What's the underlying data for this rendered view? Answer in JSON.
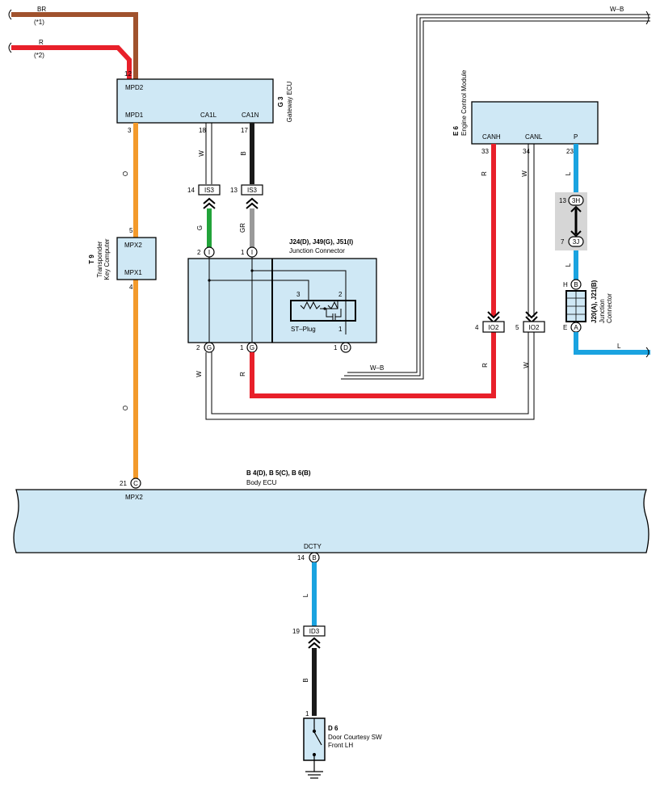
{
  "top_wires": {
    "br": {
      "color": "BR",
      "note": "(*1)",
      "pin": "12"
    },
    "r": {
      "color": "R",
      "note": "(*2)"
    },
    "wb_top": "W–B"
  },
  "gateway_ecu": {
    "code": "G 3",
    "name": "Gateway ECU",
    "pins": {
      "mpd2": "MPD2",
      "mpd1": "MPD1",
      "ca1l": "CA1L",
      "ca1n": "CA1N"
    },
    "pin_nums": {
      "mpd1": "3",
      "ca1l": "18",
      "ca1n": "17"
    }
  },
  "engine_ecm": {
    "code": "E 6",
    "name": "Engine Control Module",
    "pins": {
      "canh": "CANH",
      "canl": "CANL",
      "p": "P"
    },
    "pin_nums": {
      "canh": "33",
      "canl": "34",
      "p": "23"
    }
  },
  "transponder": {
    "code": "T 9",
    "name1": "Transponder",
    "name2": "Key Computer",
    "pins": {
      "mpx2": "MPX2",
      "mpx1": "MPX1"
    },
    "pin_nums": {
      "mpx2": "5",
      "mpx1": "4"
    }
  },
  "junction_connector": {
    "title": "J24(D), J49(G), J51(I)",
    "name": "Junction Connector",
    "stplug": "ST–Plug",
    "top_pins": {
      "a": "2",
      "b": "1"
    },
    "top_letters": {
      "a": "I",
      "b": "I"
    },
    "bottom_pins": {
      "a": "2",
      "b": "1",
      "c": "1"
    },
    "bottom_letters": {
      "a": "G",
      "b": "G",
      "c": "D"
    },
    "plug_pins": {
      "p3": "3",
      "p2": "2",
      "p1": "1"
    }
  },
  "connectors": {
    "is3_left": {
      "pin": "14",
      "label": "IS3"
    },
    "is3_right": {
      "pin": "13",
      "label": "IS3"
    },
    "io2_left": {
      "pin": "4",
      "label": "IO2"
    },
    "io2_right": {
      "pin": "5",
      "label": "IO2"
    },
    "id3": {
      "pin": "19",
      "label": "ID3"
    }
  },
  "wire_colors": {
    "w1": "W",
    "b1": "B",
    "g1": "G",
    "gr1": "GR",
    "o1": "O",
    "o2": "O",
    "w2": "W",
    "r2": "R",
    "r_ecm": "R",
    "w_ecm": "W",
    "r_io": "R",
    "w_io": "W",
    "l_ecm": "L",
    "l_3j": "L",
    "l_right": "L",
    "wb_bottom": "W–B",
    "l_body": "L",
    "b_body": "B"
  },
  "junction_3h3j": {
    "top": {
      "pin": "13",
      "label": "3H"
    },
    "bottom": {
      "pin": "7",
      "label": "3J"
    }
  },
  "junction_j20": {
    "title": "J20(A), J21(B)",
    "name1": "Junction",
    "name2": "Connector",
    "top": {
      "letter": "H",
      "socket": "B"
    },
    "bottom": {
      "letter": "E",
      "socket": "A"
    }
  },
  "body_ecu": {
    "title": "B 4(D), B 5(C), B 6(B)",
    "name": "Body ECU",
    "pin_top": {
      "num": "21",
      "letter": "C",
      "label": "MPX2"
    },
    "pin_bottom": {
      "num": "14",
      "letter": "B",
      "label": "DCTY"
    }
  },
  "door_sw": {
    "code": "D 6",
    "name1": "Door Courtesy SW",
    "name2": "Front LH",
    "pin": "1"
  },
  "colors": {
    "brown": "#a0522d",
    "red": "#e8202a",
    "orange": "#f39a2b",
    "green": "#22a33a",
    "gray": "#9a9a9a",
    "black": "#1a1a1a",
    "blue": "#1aa3e0",
    "box_fill": "#cfe8f5"
  }
}
